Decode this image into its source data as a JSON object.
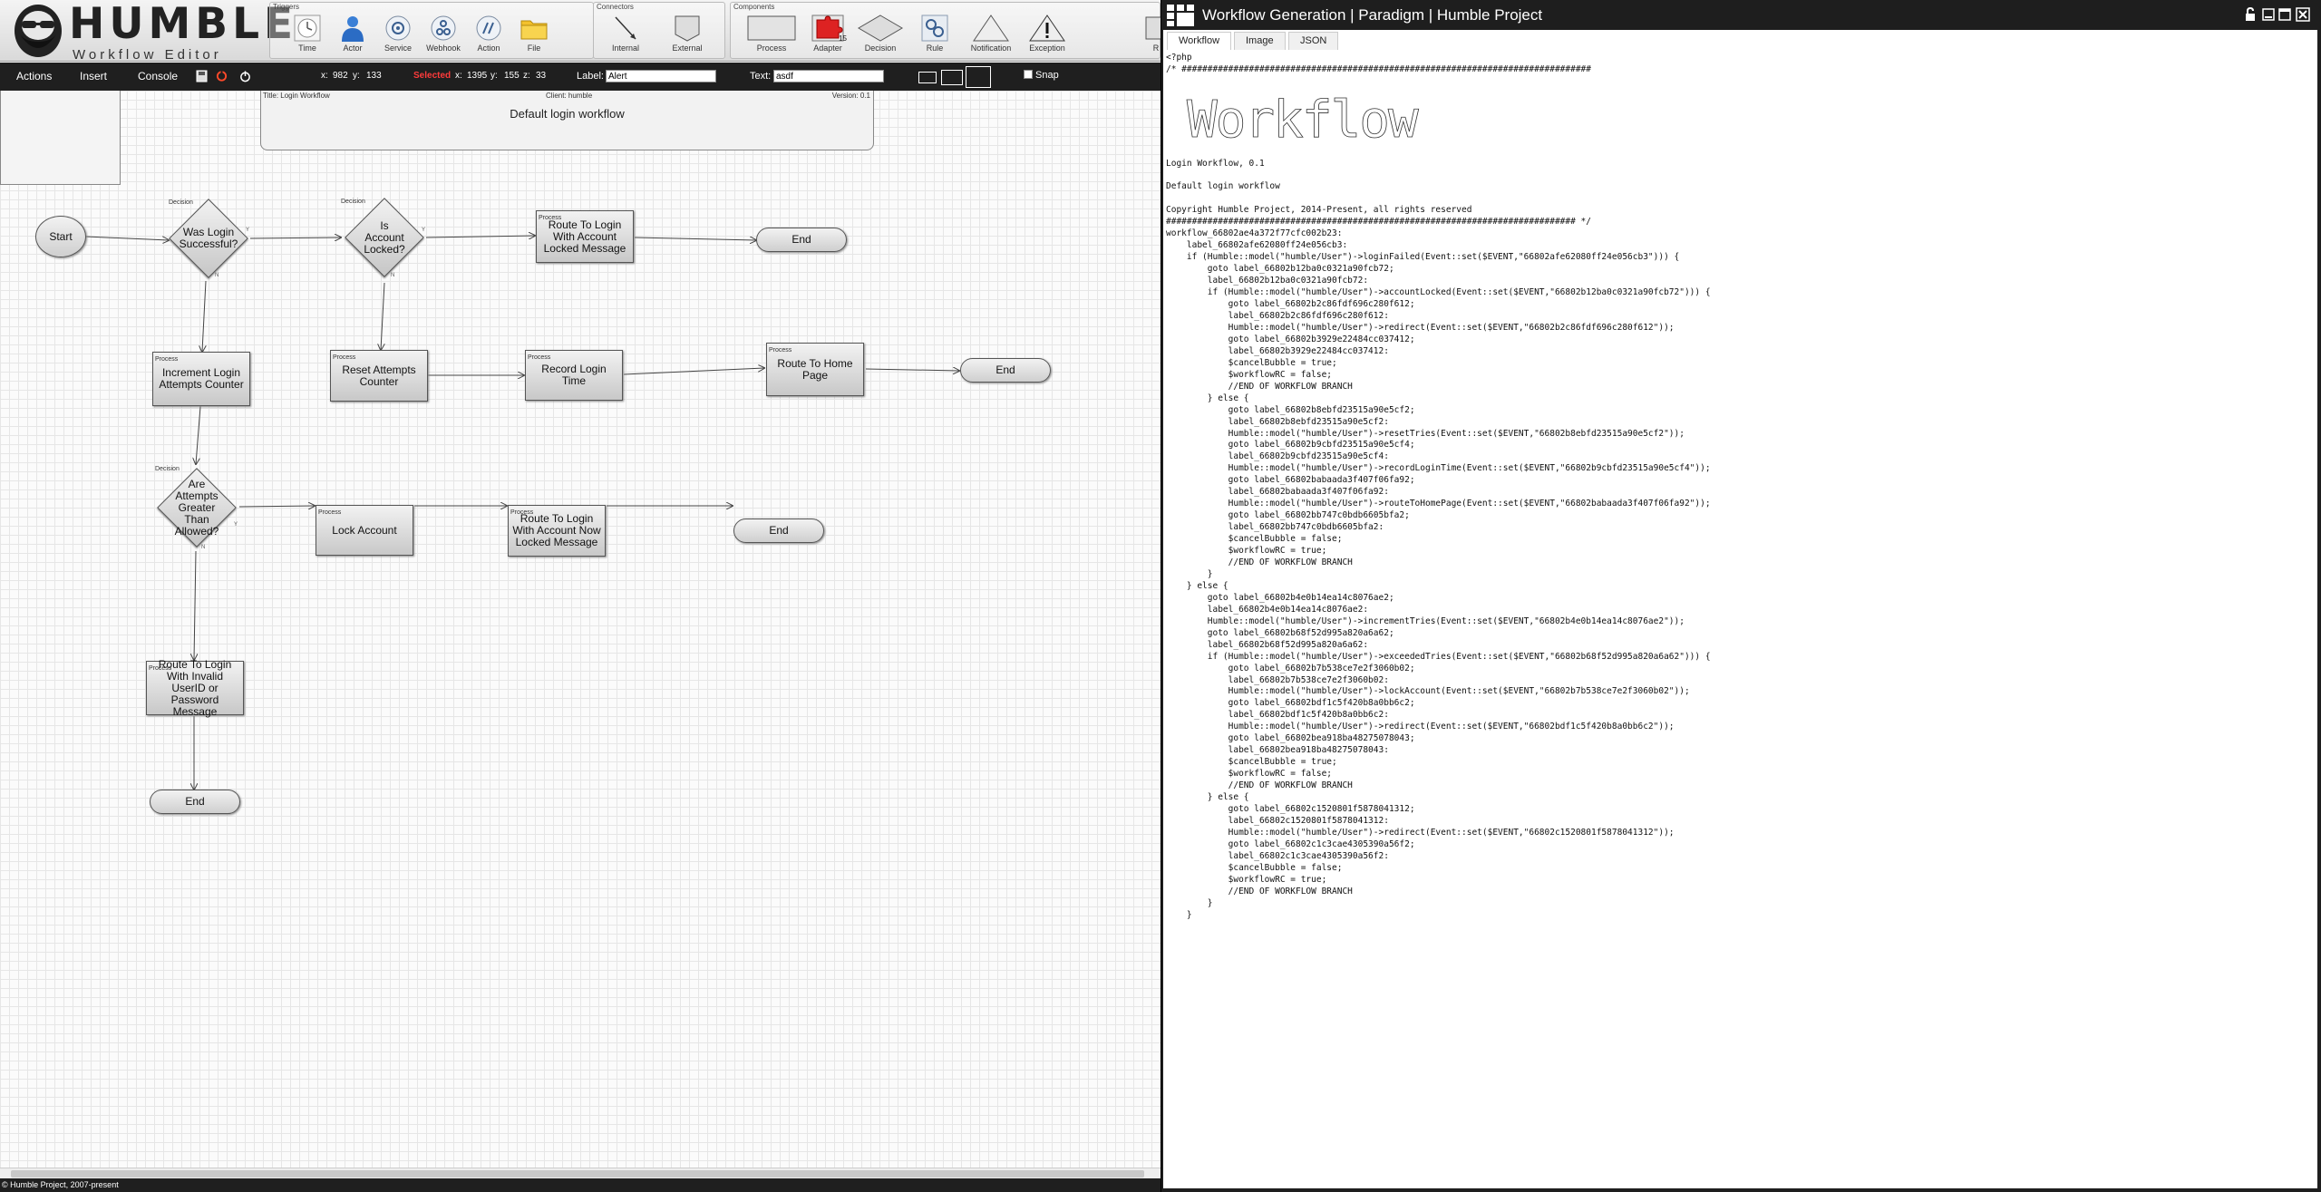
{
  "logo": {
    "brand": "HUMBLE",
    "subtitle": "Workflow Editor"
  },
  "palette": {
    "triggers": {
      "title": "Triggers",
      "items": [
        "Time",
        "Actor",
        "Service",
        "Webhook",
        "Action",
        "File"
      ]
    },
    "connectors": {
      "title": "Connectors",
      "items": [
        "Internal",
        "External"
      ]
    },
    "components": {
      "title": "Components",
      "items": [
        "Process",
        "Adapter",
        "Decision",
        "Rule",
        "Notification",
        "Exception",
        "R"
      ],
      "adapter_badge": "15"
    }
  },
  "menubar": {
    "actions": "Actions",
    "insert": "Insert",
    "console": "Console",
    "x_label": "x:",
    "x_value": "982",
    "y_label": "y:",
    "y_value": "133",
    "selected_label": "Selected",
    "sel_x_label": "x:",
    "sel_x_value": "1395",
    "sel_y_label": "y:",
    "sel_y_value": "155",
    "sel_z_label": "z:",
    "sel_z_value": "33",
    "label_label": "Label:",
    "label_value": "Alert",
    "text_label": "Text:",
    "text_value": "asdf",
    "snap_label": "Snap"
  },
  "infobox": {
    "title": "Title: Login Workflow",
    "client": "Client: humble",
    "version": "Version: 0.1",
    "description": "Default login workflow"
  },
  "nodes": {
    "start": "Start",
    "d1": {
      "tag": "Decision",
      "text": "Was Login Successful?"
    },
    "d2": {
      "tag": "Decision",
      "text": "Is Account Locked?"
    },
    "d3": {
      "tag": "Decision",
      "text": "Are Attempts Greater Than Allowed?"
    },
    "p_locked_msg": {
      "tag": "Process",
      "text": "Route To Login With Account Locked Message"
    },
    "p_increment": {
      "tag": "Process",
      "text": "Increment Login Attempts Counter"
    },
    "p_reset": {
      "tag": "Process",
      "text": "Reset Attempts Counter"
    },
    "p_record": {
      "tag": "Process",
      "text": "Record Login Time"
    },
    "p_home": {
      "tag": "Process",
      "text": "Route To Home Page"
    },
    "p_lock": {
      "tag": "Process",
      "text": "Lock Account"
    },
    "p_now_locked": {
      "tag": "Process",
      "text": "Route To Login With Account Now Locked Message"
    },
    "p_invalid": {
      "tag": "Process",
      "text": "Route To Login With Invalid UserID or Password Message"
    },
    "end": "End",
    "edge_y": "Y",
    "edge_n": "N"
  },
  "footer": "© Humble Project, 2007-present",
  "window": {
    "title": "Workflow Generation | Paradigm | Humble Project",
    "tabs": [
      "Workflow",
      "Image",
      "JSON"
    ],
    "code": "<?php\n/* ###############################################################################\n\n\n\n\n\n\n\nLogin Workflow, 0.1\n\nDefault login workflow\n\nCopyright Humble Project, 2014-Present, all rights reserved\n############################################################################### */\nworkflow_66802ae4a372f77cfc002b23:\n    label_66802afe62080ff24e056cb3:\n    if (Humble::model(\"humble/User\")->loginFailed(Event::set($EVENT,\"66802afe62080ff24e056cb3\"))) {\n        goto label_66802b12ba0c0321a90fcb72;\n        label_66802b12ba0c0321a90fcb72:\n        if (Humble::model(\"humble/User\")->accountLocked(Event::set($EVENT,\"66802b12ba0c0321a90fcb72\"))) {\n            goto label_66802b2c86fdf696c280f612;\n            label_66802b2c86fdf696c280f612:\n            Humble::model(\"humble/User\")->redirect(Event::set($EVENT,\"66802b2c86fdf696c280f612\"));\n            goto label_66802b3929e22484cc037412;\n            label_66802b3929e22484cc037412:\n            $cancelBubble = true;\n            $workflowRC = false;\n            //END OF WORKFLOW BRANCH\n        } else {\n            goto label_66802b8ebfd23515a90e5cf2;\n            label_66802b8ebfd23515a90e5cf2:\n            Humble::model(\"humble/User\")->resetTries(Event::set($EVENT,\"66802b8ebfd23515a90e5cf2\"));\n            goto label_66802b9cbfd23515a90e5cf4;\n            label_66802b9cbfd23515a90e5cf4:\n            Humble::model(\"humble/User\")->recordLoginTime(Event::set($EVENT,\"66802b9cbfd23515a90e5cf4\"));\n            goto label_66802babaada3f407f06fa92;\n            label_66802babaada3f407f06fa92:\n            Humble::model(\"humble/User\")->routeToHomePage(Event::set($EVENT,\"66802babaada3f407f06fa92\"));\n            goto label_66802bb747c0bdb6605bfa2;\n            label_66802bb747c0bdb6605bfa2:\n            $cancelBubble = false;\n            $workflowRC = true;\n            //END OF WORKFLOW BRANCH\n        }\n    } else {\n        goto label_66802b4e0b14ea14c8076ae2;\n        label_66802b4e0b14ea14c8076ae2:\n        Humble::model(\"humble/User\")->incrementTries(Event::set($EVENT,\"66802b4e0b14ea14c8076ae2\"));\n        goto label_66802b68f52d995a820a6a62;\n        label_66802b68f52d995a820a6a62:\n        if (Humble::model(\"humble/User\")->exceededTries(Event::set($EVENT,\"66802b68f52d995a820a6a62\"))) {\n            goto label_66802b7b538ce7e2f3060b02;\n            label_66802b7b538ce7e2f3060b02:\n            Humble::model(\"humble/User\")->lockAccount(Event::set($EVENT,\"66802b7b538ce7e2f3060b02\"));\n            goto label_66802bdf1c5f420b8a0bb6c2;\n            label_66802bdf1c5f420b8a0bb6c2:\n            Humble::model(\"humble/User\")->redirect(Event::set($EVENT,\"66802bdf1c5f420b8a0bb6c2\"));\n            goto label_66802bea918ba48275078043;\n            label_66802bea918ba48275078043:\n            $cancelBubble = true;\n            $workflowRC = false;\n            //END OF WORKFLOW BRANCH\n        } else {\n            goto label_66802c1520801f5878041312;\n            label_66802c1520801f5878041312:\n            Humble::model(\"humble/User\")->redirect(Event::set($EVENT,\"66802c1520801f5878041312\"));\n            goto label_66802c1c3cae4305390a56f2;\n            label_66802c1c3cae4305390a56f2:\n            $cancelBubble = false;\n            $workflowRC = true;\n            //END OF WORKFLOW BRANCH\n        }\n    }",
    "ascii_art": "Workflow"
  }
}
